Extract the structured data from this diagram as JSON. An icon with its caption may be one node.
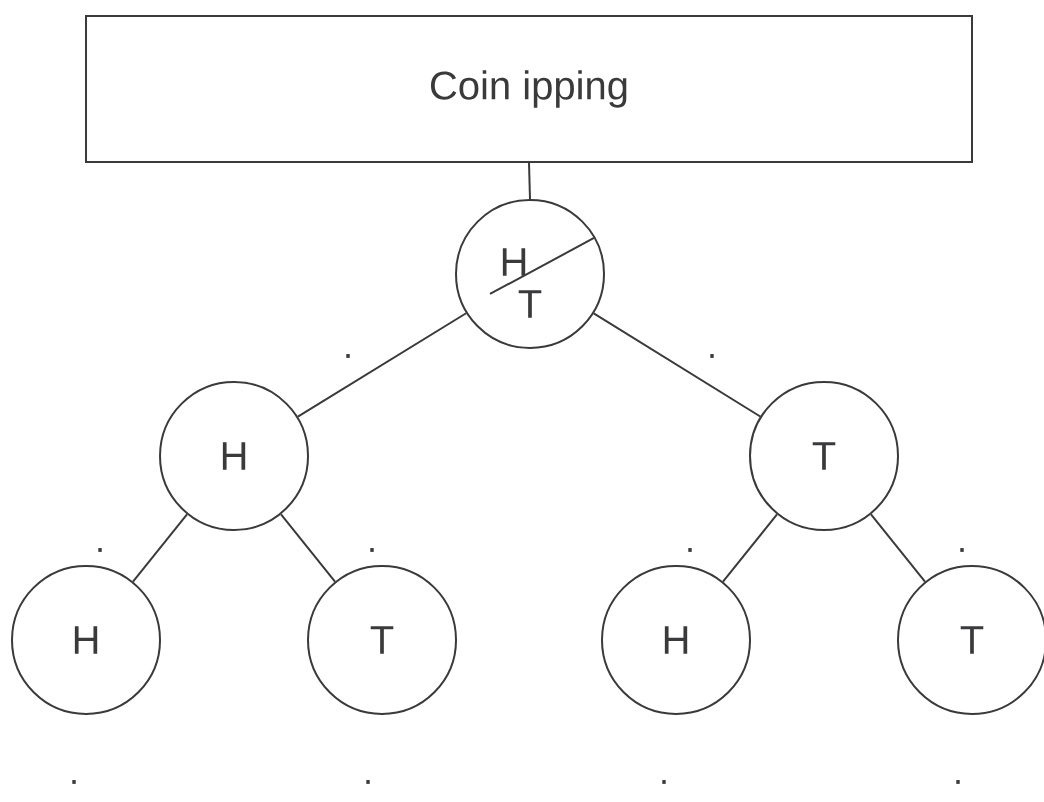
{
  "diagram": {
    "nodes": [
      {
        "text": [
          "Coin ipping"
        ]
      },
      {
        "text": [
          "H",
          "T"
        ]
      },
      {
        "text": [
          "H"
        ]
      },
      {
        "text": [
          "T"
        ]
      },
      {
        "text": [
          "H"
        ]
      },
      {
        "text": [
          "T"
        ]
      },
      {
        "text": [
          "H"
        ]
      },
      {
        "text": [
          "T"
        ]
      }
    ],
    "edges": [
      {
        "from": 0,
        "to": 1,
        "arrow": "none"
      },
      {
        "from": 1,
        "to": 2,
        "arrow": "none",
        "label": "."
      },
      {
        "from": 1,
        "to": 3,
        "arrow": "none",
        "label": "."
      },
      {
        "from": 2,
        "to": 4,
        "arrow": "none",
        "label": "."
      },
      {
        "from": 2,
        "to": 5,
        "arrow": "none",
        "label": "."
      },
      {
        "from": 3,
        "to": 6,
        "arrow": "none",
        "label": "."
      },
      {
        "from": 3,
        "to": 7,
        "arrow": "none",
        "label": "."
      }
    ],
    "labels": [
      ".",
      ".",
      ".",
      "."
    ]
  }
}
